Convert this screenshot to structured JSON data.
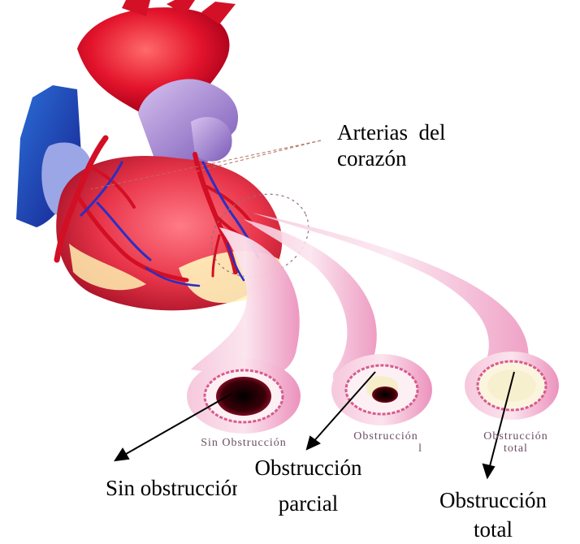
{
  "labels": {
    "arteries": {
      "line1": "Arterias  del",
      "line2": "corazón"
    },
    "no_obstruction": "Sin obstrucción",
    "partial": {
      "line1": "Obstrucción",
      "line2": "parcial"
    },
    "total": {
      "line1": "Obstrucción",
      "line2": "total"
    }
  },
  "printed": {
    "no_obstruction": "Sin Obstrucción",
    "partial": {
      "line1": "Obstrucción",
      "line2": "l"
    },
    "total": {
      "line1": "Obstrucción",
      "line2": "total"
    }
  },
  "colors": {
    "heart_red": "#e3142c",
    "vein_blue": "#2a2fc4",
    "vessel_pink": "#f0a3c8",
    "fat_yellow": "#fff3b8",
    "lumen_dark": "#3a0008"
  }
}
